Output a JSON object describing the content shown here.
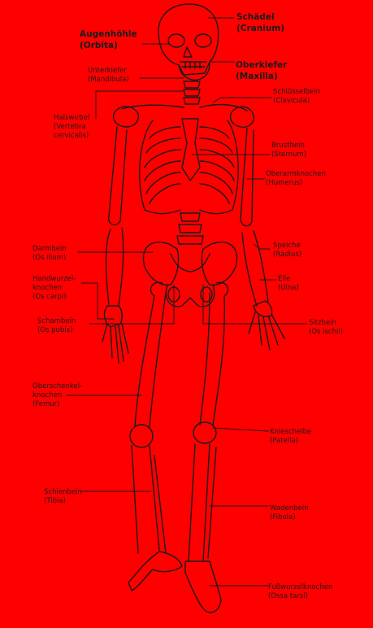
{
  "colors": {
    "background": "#ff0000",
    "ink": "#1a1a1a"
  },
  "labels": {
    "schaedel": {
      "line1": "Schädel",
      "line2": "(Cranium)"
    },
    "augenhoehle": {
      "line1": "Augenhöhle",
      "line2": "(Orbita)"
    },
    "unterkiefer": {
      "line1": "Unterkiefer",
      "line2": "(Mandibula)"
    },
    "oberkiefer": {
      "line1": "Oberkiefer",
      "line2": "(Maxilla)"
    },
    "schluesselbein": {
      "line1": "Schlüsselbein",
      "line2": "(Clavicula)"
    },
    "halswirbel": {
      "line1": "Halswirbel",
      "line2": "(Vertebra",
      "line3": "cervicalis)"
    },
    "brustbein": {
      "line1": "Brustbein",
      "line2": "(Sternum)"
    },
    "oberarmknochen": {
      "line1": "Oberarmknochen",
      "line2": "(Humerus)"
    },
    "darmbein": {
      "line1": "Darmbein",
      "line2": "(Os ilium)"
    },
    "speiche": {
      "line1": "Speiche",
      "line2": "(Radius)"
    },
    "handwurzel": {
      "line1": "Handwurzel-",
      "line2": "knochen",
      "line3": "(Os carpi)"
    },
    "elle": {
      "line1": "Elle",
      "line2": "(Ulna)"
    },
    "schambein": {
      "line1": "Schambein",
      "line2": "(Os pubis)"
    },
    "sitzbein": {
      "line1": "Sitzbein",
      "line2": "(Os ischii)"
    },
    "oberschenkel": {
      "line1": "Oberschenkel-",
      "line2": "knochen",
      "line3": "(Femur)"
    },
    "kniescheibe": {
      "line1": "Kniescheibe",
      "line2": "(Patella)"
    },
    "schienbein": {
      "line1": "Schienbein",
      "line2": "(Tibia)"
    },
    "wadenbein": {
      "line1": "Wadenbein",
      "line2": "(Fibula)"
    },
    "fusswurzel": {
      "line1": "Fußwurzelknochen",
      "line2": "(Ossa tarsi)"
    }
  }
}
